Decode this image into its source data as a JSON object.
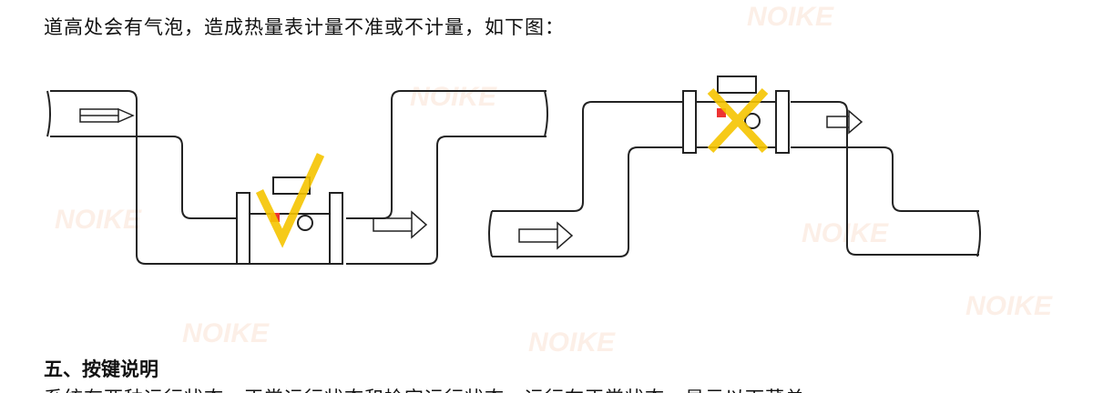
{
  "intro_text": "道高处会有气泡，造成热量表计量不准或不计量，如下图：",
  "section_heading": "五、按键说明",
  "partial_text": "系统有两种运行状态，正常运行状态和检定运行状态，运行在正常状态，显示以下菜单",
  "watermark": "NOIKE",
  "colors": {
    "mark": "#f5c400",
    "pipe": "#222222"
  }
}
